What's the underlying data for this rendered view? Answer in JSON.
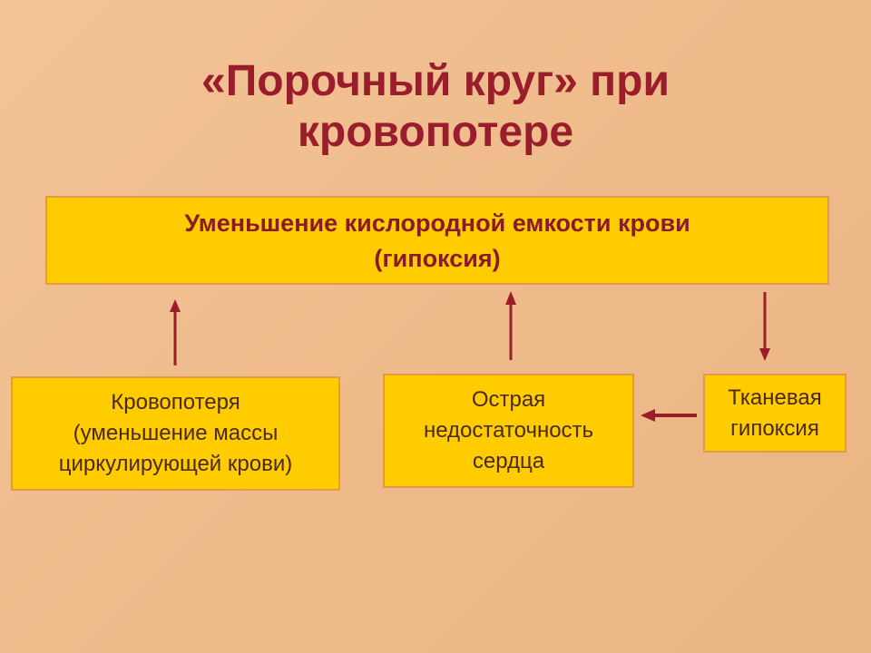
{
  "title": {
    "line1": "«Порочный круг» при",
    "line2": "кровопотере"
  },
  "top_box": {
    "line1": "Уменьшение кислородной емкости крови",
    "line2": "(гипоксия)"
  },
  "blood_loss_box": {
    "line1": "Кровопотеря",
    "line2": "(уменьшение массы",
    "line3": "циркулирующей крови)"
  },
  "heart_failure_box": {
    "line1": "Острая",
    "line2": "недостаточность",
    "line3": "сердца"
  },
  "tissue_hypoxia_box": {
    "line1": "Тканевая",
    "line2": "гипоксия"
  },
  "colors": {
    "box_fill": "#ffcc00",
    "arrow": "#9a1d2c",
    "title": "#9a1d2c"
  }
}
